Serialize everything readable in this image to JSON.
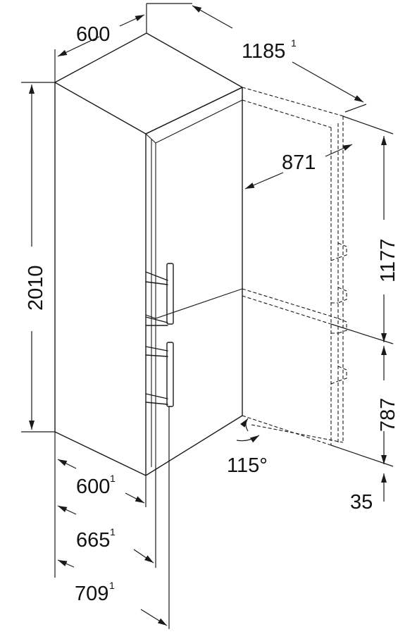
{
  "dimensions": {
    "top_width": {
      "value": "600",
      "superscript": ""
    },
    "open_door_depth": {
      "value": "1185",
      "superscript": "1"
    },
    "door_depth": {
      "value": "871",
      "superscript": ""
    },
    "height": {
      "value": "2010",
      "superscript": ""
    },
    "upper_door": {
      "value": "1177",
      "superscript": ""
    },
    "lower_door": {
      "value": "787",
      "superscript": ""
    },
    "floor_clearance": {
      "value": "35",
      "superscript": ""
    },
    "door_angle": {
      "value": "115°",
      "superscript": ""
    },
    "depth_600": {
      "value": "600",
      "superscript": "1"
    },
    "depth_665": {
      "value": "665",
      "superscript": "1"
    },
    "depth_709": {
      "value": "709",
      "superscript": "1"
    }
  },
  "colors": {
    "line": "#1a1a1a",
    "background": "#ffffff"
  }
}
